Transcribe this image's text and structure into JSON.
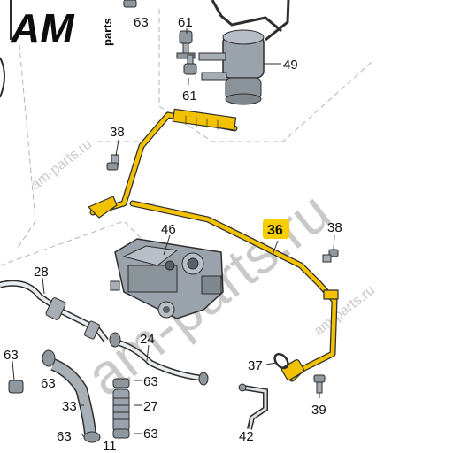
{
  "logo": {
    "main": "AM",
    "sub": "parts"
  },
  "watermark": "am-parts.ru",
  "colors": {
    "highlight": "#f2c200",
    "badge": "#f6ce00",
    "line": "#2d2d2d",
    "part": "#9aa2ab"
  },
  "highlighted_part": "36",
  "part_labels": {
    "p63_top": "63",
    "p61_a": "61",
    "p61_b": "61",
    "p49": "49",
    "p38_a": "38",
    "p38_b": "38",
    "p46": "46",
    "p28": "28",
    "p24": "24",
    "p63_left": "63",
    "p63_left2": "63",
    "p63_mid": "63",
    "p63_bottom_a": "63",
    "p63_bottom_b": "63",
    "p33": "33",
    "p27": "27",
    "p11": "11",
    "p37": "37",
    "p39": "39",
    "p42": "42"
  }
}
